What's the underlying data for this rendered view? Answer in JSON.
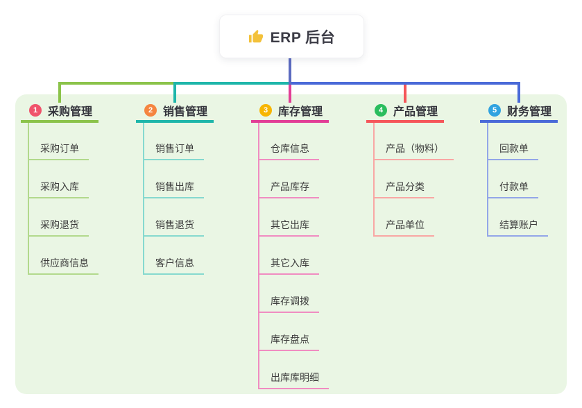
{
  "root": {
    "label": "ERP 后台",
    "icon": "thumbs-up-icon"
  },
  "colors": {
    "canvas_bg": "#ffffff",
    "panel_bg": "#eaf6e4",
    "root_stem": "#5c6bc0",
    "root_card_bg": "#ffffff",
    "thumb_icon": "#f3c13a",
    "title_text": "#34343c",
    "child_text": "#3c3c3c"
  },
  "branches": [
    {
      "number": "1",
      "label": "采购管理",
      "badge_color": "#f0536b",
      "line_color": "#8bc34a",
      "light_line_color": "#b2d98c",
      "children": [
        "采购订单",
        "采购入库",
        "采购退货",
        "供应商信息"
      ]
    },
    {
      "number": "2",
      "label": "销售管理",
      "badge_color": "#f58540",
      "line_color": "#1fb6aa",
      "light_line_color": "#86d9cf",
      "children": [
        "销售订单",
        "销售出库",
        "销售退货",
        "客户信息"
      ]
    },
    {
      "number": "3",
      "label": "库存管理",
      "badge_color": "#f7b500",
      "line_color": "#e23e96",
      "light_line_color": "#f08cc1",
      "children": [
        "仓库信息",
        "产品库存",
        "其它出库",
        "其它入库",
        "库存调拨",
        "库存盘点",
        "出库库明细"
      ]
    },
    {
      "number": "4",
      "label": "产品管理",
      "badge_color": "#2abd5e",
      "line_color": "#f5565a",
      "light_line_color": "#f9a7a4",
      "children": [
        "产品（物料）",
        "产品分类",
        "产品单位"
      ]
    },
    {
      "number": "5",
      "label": "财务管理",
      "badge_color": "#31a3e0",
      "line_color": "#4a6ad8",
      "light_line_color": "#93a6e8",
      "children": [
        "回款单",
        "付款单",
        "结算账户"
      ]
    }
  ]
}
